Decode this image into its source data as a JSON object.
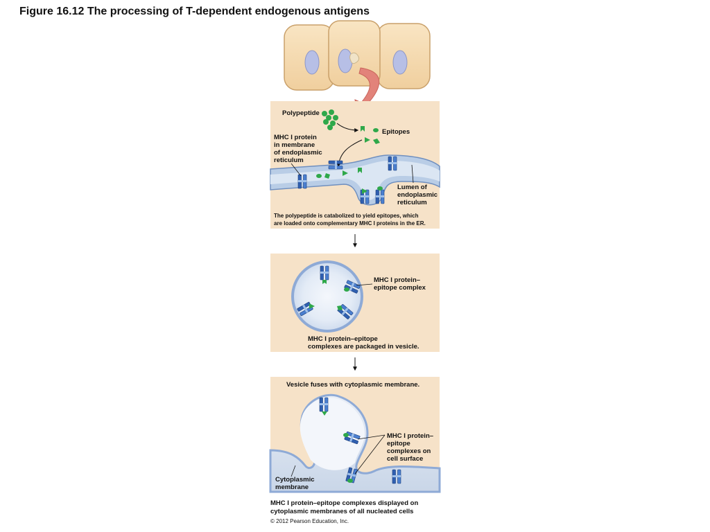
{
  "title": "Figure 16.12 The processing of T-dependent endogenous antigens",
  "panel1": {
    "polypeptide_label": "Polypeptide",
    "epitopes_label": "Epitopes",
    "mhc_membrane_label": [
      "MHC I protein",
      "in membrane",
      "of endoplasmic",
      "reticulum"
    ],
    "lumen_label": [
      "Lumen of",
      "endoplasmic",
      "reticulum"
    ],
    "caption": [
      "The polypeptide is catabolized to yield epitopes, which",
      "are loaded onto complementary MHC I proteins in the ER."
    ]
  },
  "panel2": {
    "complex_label": [
      "MHC I protein–",
      "epitope complex"
    ],
    "caption": [
      "MHC I protein–epitope",
      "complexes are packaged in vesicle."
    ]
  },
  "panel3": {
    "fuses_label": "Vesicle fuses with cytoplasmic membrane.",
    "surface_label": [
      "MHC I protein–",
      "epitope",
      "complexes on",
      "cell surface"
    ],
    "membrane_label": [
      "Cytoplasmic",
      "membrane"
    ]
  },
  "bottom_caption": [
    "MHC I protein–epitope complexes displayed on",
    "cytoplasmic membranes of all nucleated cells"
  ],
  "copyright": "© 2012 Pearson Education, Inc.",
  "colors": {
    "panel_bg": "#f6e2c8",
    "cell_fill": "#f4d9ae",
    "nucleus": "#b7bfe6",
    "er_fill": "#b9cde6",
    "mhc_blue": "#2f5fb0",
    "epitope_green": "#2fa84a",
    "arrow_red": "#e2837a"
  }
}
